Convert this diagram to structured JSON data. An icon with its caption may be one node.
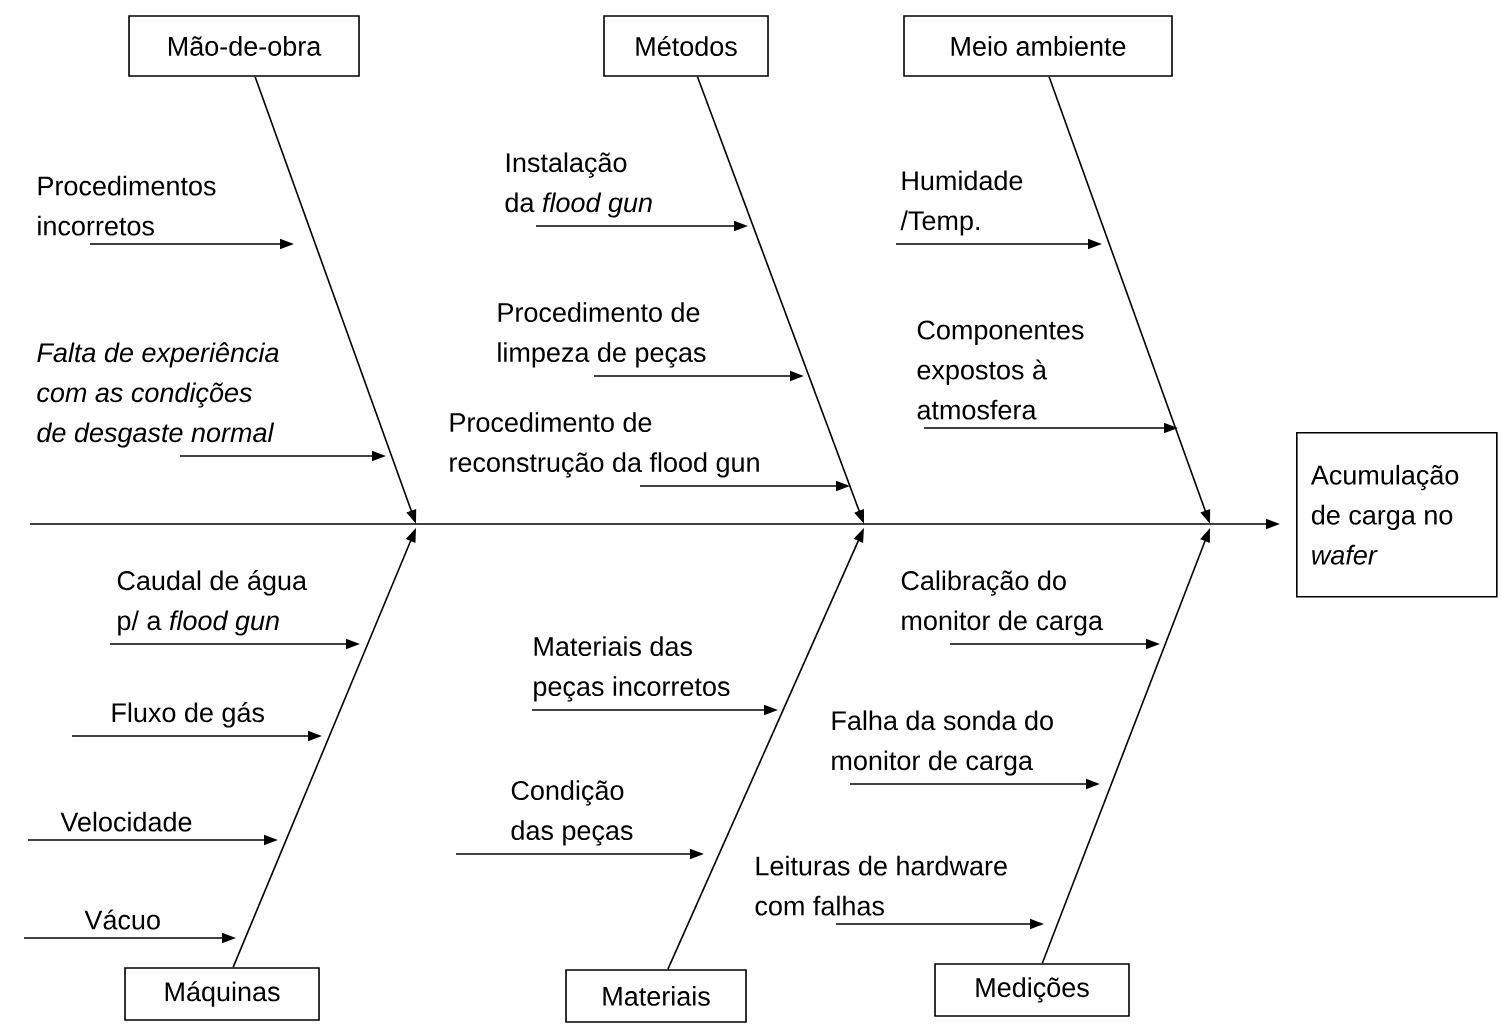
{
  "diagram": {
    "nodes": [
      {
        "text": [
          "Mão-de-obra"
        ]
      },
      {
        "text": [
          "Procedimentos incorretos"
        ]
      },
      {
        "text": [
          "Falta de experiência com as condições de desgaste normal"
        ]
      },
      {
        "text": [
          "Métodos"
        ]
      },
      {
        "text": [
          "Instalação da *flood gun*"
        ]
      },
      {
        "text": [
          "Procedimento de limpeza de peças"
        ]
      },
      {
        "text": [
          "Procedimento de reconstrução da flood gun"
        ]
      },
      {
        "text": [
          "Meio ambiente"
        ]
      },
      {
        "text": [
          "Humidade /Temp."
        ]
      },
      {
        "text": [
          "Componentes expostos à atmosfera"
        ]
      },
      {
        "text": [
          "Acumulação de carga no *wafer*"
        ]
      },
      {
        "text": [
          "Caudal de água p/ a *flood gun*"
        ]
      },
      {
        "text": [
          "Fluxo de gás"
        ]
      },
      {
        "text": [
          "Velocidade"
        ]
      },
      {
        "text": [
          "Vácuo"
        ]
      },
      {
        "text": [
          "Máquinas"
        ]
      },
      {
        "text": [
          "Materiais das peças incorretos"
        ]
      },
      {
        "text": [
          "Condição das peças"
        ]
      },
      {
        "text": [
          "Materiais"
        ]
      },
      {
        "text": [
          "Calibração do monitor de carga"
        ]
      },
      {
        "text": [
          "Falha da sonda do monitor de carga"
        ]
      },
      {
        "text": [
          "Leituras de hardware com falhas"
        ]
      },
      {
        "text": [
          "Medições"
        ]
      }
    ],
    "edges": [
      {
        "from": 0,
        "to": null,
        "arrow": "to"
      },
      {
        "from": 3,
        "to": null,
        "arrow": "to"
      },
      {
        "from": 7,
        "to": null,
        "arrow": "to"
      },
      {
        "from": 15,
        "to": null,
        "arrow": "to"
      },
      {
        "from": 18,
        "to": null,
        "arrow": "to"
      },
      {
        "from": 22,
        "to": null,
        "arrow": "to"
      },
      {
        "from": null,
        "to": 10,
        "arrow": "to"
      },
      {
        "from": 1,
        "to": null,
        "arrow": "to"
      },
      {
        "from": 2,
        "to": null,
        "arrow": "to"
      },
      {
        "from": 4,
        "to": null,
        "arrow": "to"
      },
      {
        "from": 5,
        "to": null,
        "arrow": "to"
      },
      {
        "from": 6,
        "to": null,
        "arrow": "to"
      },
      {
        "from": 8,
        "to": null,
        "arrow": "to"
      },
      {
        "from": 9,
        "to": null,
        "arrow": "to"
      },
      {
        "from": 11,
        "to": null,
        "arrow": "to"
      },
      {
        "from": 12,
        "to": null,
        "arrow": "to"
      },
      {
        "from": 13,
        "to": null,
        "arrow": "to"
      },
      {
        "from": 14,
        "to": null,
        "arrow": "to"
      },
      {
        "from": 16,
        "to": null,
        "arrow": "to"
      },
      {
        "from": 17,
        "to": null,
        "arrow": "to"
      },
      {
        "from": 19,
        "to": null,
        "arrow": "to"
      },
      {
        "from": 20,
        "to": null,
        "arrow": "to"
      },
      {
        "from": 21,
        "to": null,
        "arrow": "to"
      }
    ]
  }
}
